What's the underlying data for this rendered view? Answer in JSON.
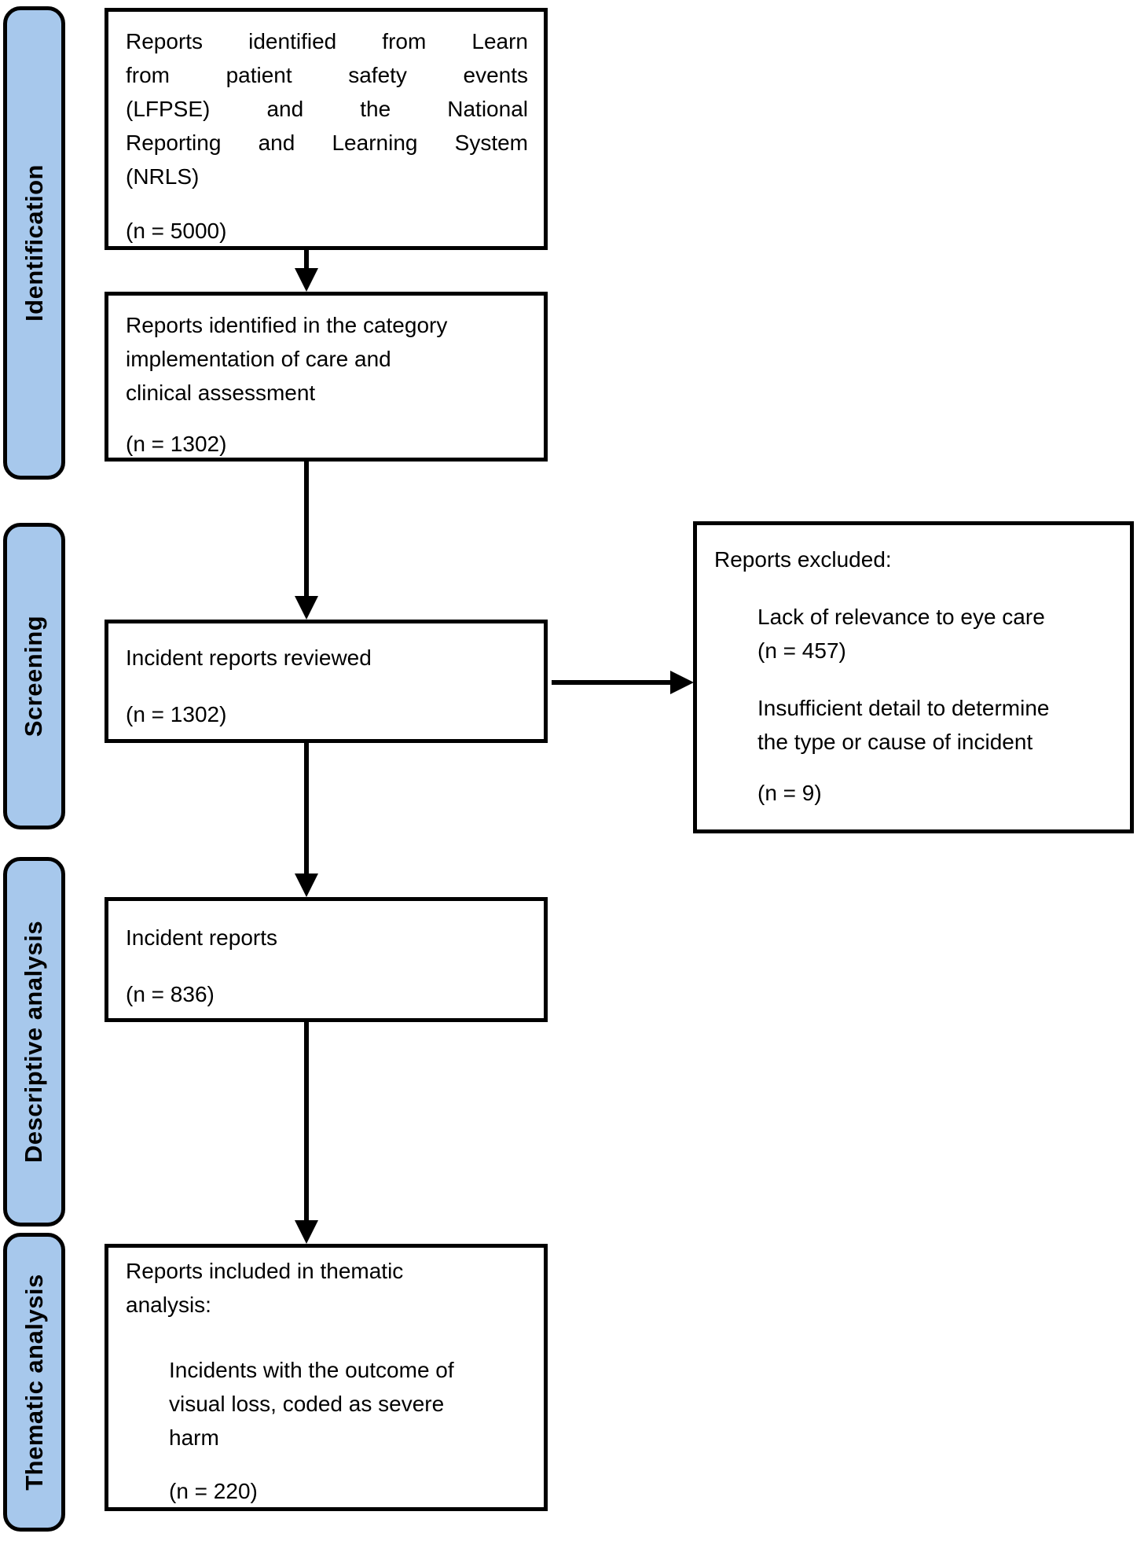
{
  "sidebar": {
    "fill": "#a7c8ec",
    "stages": [
      {
        "label": "Identification"
      },
      {
        "label": "Screening"
      },
      {
        "label": "Descriptive analysis"
      },
      {
        "label": "Thematic analysis"
      }
    ]
  },
  "boxes": {
    "identified": {
      "text": "Reports identified from Learn from patient safety events (LFPSE) and the National Reporting and Learning System (NRLS)",
      "lines": [
        "Reports identified from Learn",
        "from patient safety events",
        "(LFPSE) and the National",
        "Reporting and Learning System",
        "(NRLS)"
      ],
      "count": "(n = 5000)"
    },
    "category": {
      "text": "Reports identified in the category implementation of care and clinical assessment",
      "lines": [
        "Reports identified in the category",
        "implementation of care and",
        "clinical assessment"
      ],
      "count": "(n = 1302)"
    },
    "reviewed": {
      "text": "Incident reports reviewed",
      "count": "(n = 1302)"
    },
    "excluded": {
      "title": "Reports excluded:",
      "reason1_lines": [
        "Lack of relevance to eye care",
        "(n = 457)"
      ],
      "reason2_lines": [
        "Insufficient detail to determine",
        "the type or cause of incident"
      ],
      "count": "(n = 9)"
    },
    "incident": {
      "text": "Incident reports",
      "count": "(n = 836)"
    },
    "thematic": {
      "title_lines": [
        "Reports included in thematic",
        "analysis:"
      ],
      "detail_lines": [
        "Incidents with the outcome of",
        "visual loss, coded as severe",
        "harm"
      ],
      "count": "(n = 220)"
    }
  }
}
